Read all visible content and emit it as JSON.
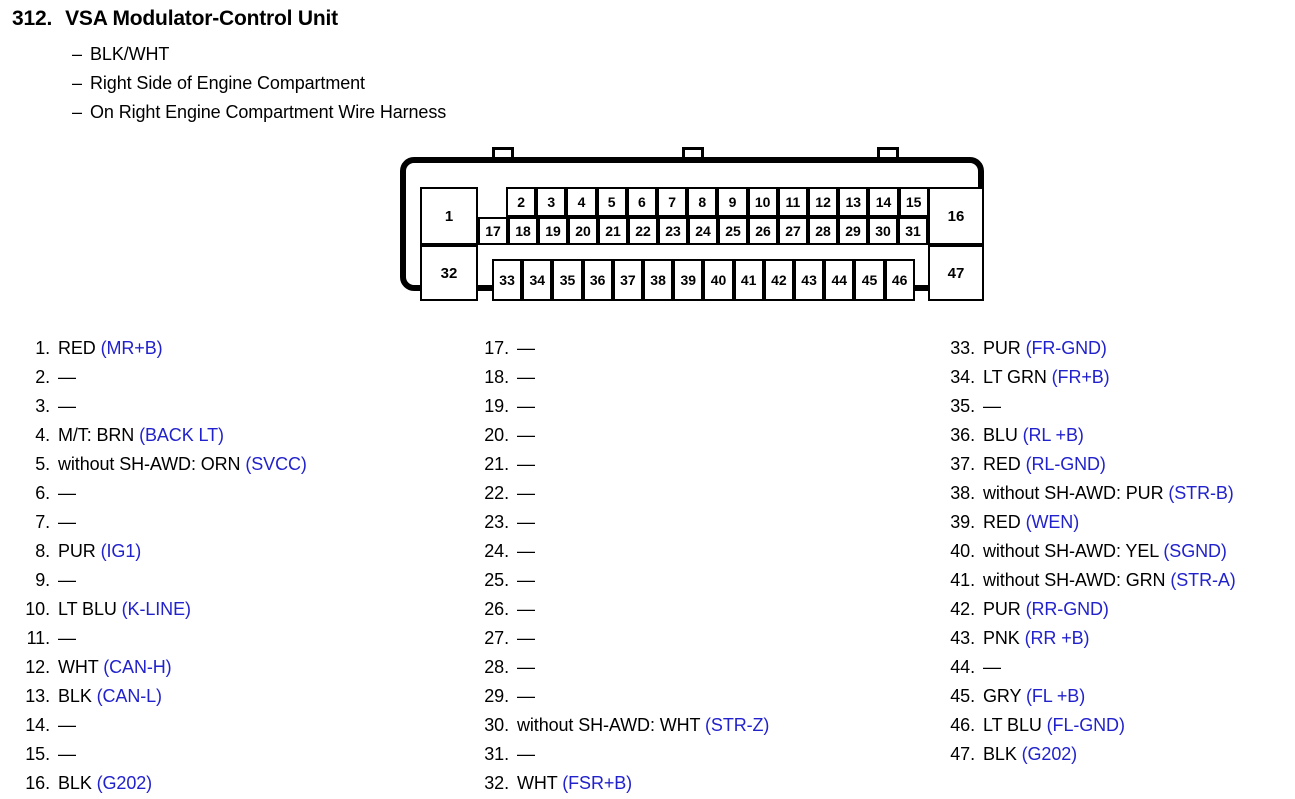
{
  "header": {
    "number": "312.",
    "title": "VSA Modulator-Control Unit",
    "notes": [
      "BLK/WHT",
      "Right Side of Engine Compartment",
      "On Right Engine Compartment Wire Harness"
    ],
    "dash": "–"
  },
  "connector": {
    "name": "47-pin connector",
    "left_tall": [
      "1",
      "32"
    ],
    "right_tall": [
      "16",
      "47"
    ],
    "row_top": [
      "2",
      "3",
      "4",
      "5",
      "6",
      "7",
      "8",
      "9",
      "10",
      "11",
      "12",
      "13",
      "14",
      "15"
    ],
    "row_mid": [
      "17",
      "18",
      "19",
      "20",
      "21",
      "22",
      "23",
      "24",
      "25",
      "26",
      "27",
      "28",
      "29",
      "30",
      "31"
    ],
    "row_bottom": [
      "33",
      "34",
      "35",
      "36",
      "37",
      "38",
      "39",
      "40",
      "41",
      "42",
      "43",
      "44",
      "45",
      "46"
    ]
  },
  "colors": {
    "signal_blue": "#2222cc",
    "text_black": "#000000",
    "background": "#ffffff"
  },
  "empty_marker": "—",
  "pins": {
    "column_1": [
      {
        "num": "1.",
        "wire": "RED",
        "signal": "(MR+B)"
      },
      {
        "num": "2.",
        "wire": "—",
        "signal": ""
      },
      {
        "num": "3.",
        "wire": "—",
        "signal": ""
      },
      {
        "num": "4.",
        "wire": "M/T: BRN",
        "signal": "(BACK LT)"
      },
      {
        "num": "5.",
        "wire": "without SH-AWD: ORN",
        "signal": "(SVCC)"
      },
      {
        "num": "6.",
        "wire": "—",
        "signal": ""
      },
      {
        "num": "7.",
        "wire": "—",
        "signal": ""
      },
      {
        "num": "8.",
        "wire": "PUR",
        "signal": "(IG1)"
      },
      {
        "num": "9.",
        "wire": "—",
        "signal": ""
      },
      {
        "num": "10.",
        "wire": "LT BLU",
        "signal": "(K-LINE)"
      },
      {
        "num": "11.",
        "wire": "—",
        "signal": ""
      },
      {
        "num": "12.",
        "wire": "WHT",
        "signal": "(CAN-H)"
      },
      {
        "num": "13.",
        "wire": "BLK",
        "signal": "(CAN-L)"
      },
      {
        "num": "14.",
        "wire": "—",
        "signal": ""
      },
      {
        "num": "15.",
        "wire": "—",
        "signal": ""
      },
      {
        "num": "16.",
        "wire": "BLK",
        "signal": "(G202)"
      }
    ],
    "column_2": [
      {
        "num": "17.",
        "wire": "—",
        "signal": ""
      },
      {
        "num": "18.",
        "wire": "—",
        "signal": ""
      },
      {
        "num": "19.",
        "wire": "—",
        "signal": ""
      },
      {
        "num": "20.",
        "wire": "—",
        "signal": ""
      },
      {
        "num": "21.",
        "wire": "—",
        "signal": ""
      },
      {
        "num": "22.",
        "wire": "—",
        "signal": ""
      },
      {
        "num": "23.",
        "wire": "—",
        "signal": ""
      },
      {
        "num": "24.",
        "wire": "—",
        "signal": ""
      },
      {
        "num": "25.",
        "wire": "—",
        "signal": ""
      },
      {
        "num": "26.",
        "wire": "—",
        "signal": ""
      },
      {
        "num": "27.",
        "wire": "—",
        "signal": ""
      },
      {
        "num": "28.",
        "wire": "—",
        "signal": ""
      },
      {
        "num": "29.",
        "wire": "—",
        "signal": ""
      },
      {
        "num": "30.",
        "wire": "without SH-AWD: WHT",
        "signal": "(STR-Z)"
      },
      {
        "num": "31.",
        "wire": "—",
        "signal": ""
      },
      {
        "num": "32.",
        "wire": "WHT",
        "signal": "(FSR+B)"
      }
    ],
    "column_3": [
      {
        "num": "33.",
        "wire": "PUR",
        "signal": "(FR-GND)"
      },
      {
        "num": "34.",
        "wire": "LT GRN",
        "signal": "(FR+B)"
      },
      {
        "num": "35.",
        "wire": "—",
        "signal": ""
      },
      {
        "num": "36.",
        "wire": "BLU",
        "signal": "(RL +B)"
      },
      {
        "num": "37.",
        "wire": "RED",
        "signal": "(RL-GND)"
      },
      {
        "num": "38.",
        "wire": "without SH-AWD: PUR",
        "signal": "(STR-B)"
      },
      {
        "num": "39.",
        "wire": "RED",
        "signal": "(WEN)"
      },
      {
        "num": "40.",
        "wire": "without SH-AWD: YEL",
        "signal": "(SGND)"
      },
      {
        "num": "41.",
        "wire": "without SH-AWD: GRN",
        "signal": "(STR-A)"
      },
      {
        "num": "42.",
        "wire": "PUR",
        "signal": "(RR-GND)"
      },
      {
        "num": "43.",
        "wire": "PNK",
        "signal": "(RR +B)"
      },
      {
        "num": "44.",
        "wire": "—",
        "signal": ""
      },
      {
        "num": "45.",
        "wire": "GRY",
        "signal": "(FL +B)"
      },
      {
        "num": "46.",
        "wire": "LT BLU",
        "signal": "(FL-GND)"
      },
      {
        "num": "47.",
        "wire": "BLK",
        "signal": "(G202)"
      }
    ]
  }
}
